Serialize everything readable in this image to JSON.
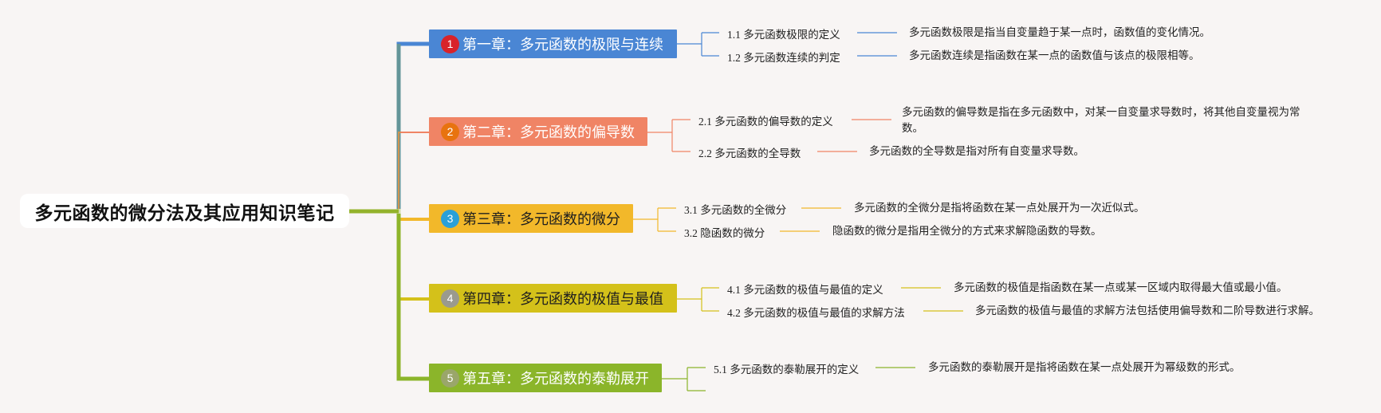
{
  "root": {
    "title": "多元函数的微分法及其应用知识笔记"
  },
  "chapters": [
    {
      "badge": "1",
      "label": "第一章：多元函数的极限与连续",
      "color": "#4a86d4",
      "badge_color": "#d8232a",
      "sections": [
        {
          "title": "1.1 多元函数极限的定义",
          "desc": "多元函数极限是指当自变量趋于某一点时，函数值的变化情况。"
        },
        {
          "title": "1.2 多元函数连续的判定",
          "desc": "多元函数连续是指函数在某一点的函数值与该点的极限相等。"
        }
      ]
    },
    {
      "badge": "2",
      "label": "第二章：多元函数的偏导数",
      "color": "#f08465",
      "badge_color": "#e8730f",
      "sections": [
        {
          "title": "2.1 多元函数的偏导数的定义",
          "desc": "多元函数的偏导数是指在多元函数中，对某一自变量求导数时，将其他自变量视为常数。"
        },
        {
          "title": "2.2 多元函数的全导数",
          "desc": "多元函数的全导数是指对所有自变量求导数。"
        }
      ]
    },
    {
      "badge": "3",
      "label": "第三章：多元函数的微分",
      "color": "#f2b82a",
      "badge_color": "#2aa0d8",
      "sections": [
        {
          "title": "3.1 多元函数的全微分",
          "desc": "多元函数的全微分是指将函数在某一点处展开为一次近似式。"
        },
        {
          "title": "3.2 隐函数的微分",
          "desc": "隐函数的微分是指用全微分的方式来求解隐函数的导数。"
        }
      ]
    },
    {
      "badge": "4",
      "label": "第四章：多元函数的极值与最值",
      "color": "#d4c11a",
      "badge_color": "#9a9a8e",
      "sections": [
        {
          "title": "4.1 多元函数的极值与最值的定义",
          "desc": "多元函数的极值是指函数在某一点或某一区域内取得最大值或最小值。"
        },
        {
          "title": "4.2 多元函数的极值与最值的求解方法",
          "desc": "多元函数的极值与最值的求解方法包括使用偏导数和二阶导数进行求解。"
        }
      ]
    },
    {
      "badge": "5",
      "label": "第五章：多元函数的泰勒展开",
      "color": "#8bb52a",
      "badge_color": "#9aa66a",
      "sections": [
        {
          "title": "5.1 多元函数的泰勒展开的定义",
          "desc": "多元函数的泰勒展开是指将函数在某一点处展开为幂级数的形式。"
        }
      ]
    }
  ],
  "colors": {
    "trunk": "#94b32c",
    "background": "#f8f5f4"
  }
}
